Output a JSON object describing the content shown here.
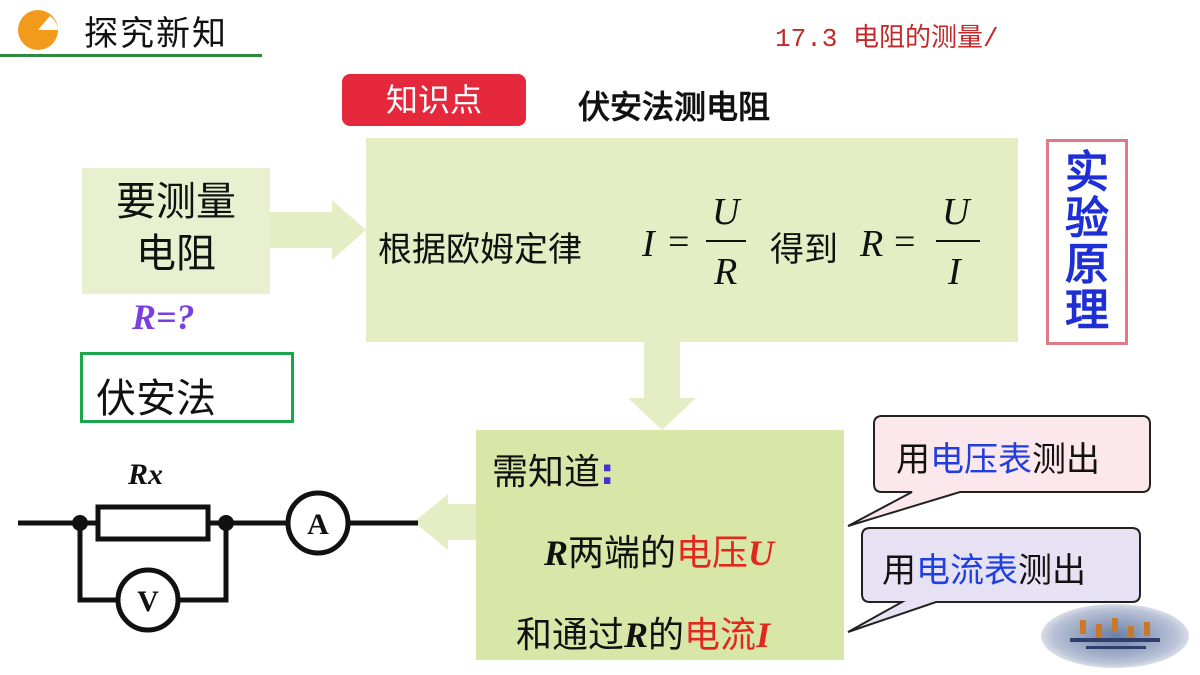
{
  "header": {
    "title": "探究新知",
    "section": "17.3  电阻的测量/",
    "icon": "pie-chart-icon",
    "accent_color": "#f29a1c",
    "rule_color": "#2e8b3c"
  },
  "tag": {
    "label": "知识点",
    "color": "#e6283c"
  },
  "topic": "伏安法测电阻",
  "need": {
    "line1": "要测量",
    "line2": "电阻",
    "r_eq": "R=?",
    "method": "伏安法"
  },
  "law": {
    "prefix": "根据欧姆定律",
    "eq1": {
      "lhs": "I",
      "eq": "=",
      "num": "U",
      "den": "R"
    },
    "middle": "得到",
    "eq2": {
      "lhs": "R",
      "eq": "=",
      "num": "U",
      "den": "I"
    }
  },
  "principle": {
    "line1": "实",
    "line2": "验",
    "line3": "原",
    "line4": "理"
  },
  "known": {
    "head": "需知道",
    "colon": ":",
    "l1_r": "R",
    "l1_text": "两端的",
    "l1_red": "电压",
    "l1_sym": "U",
    "l2_pre": "和通过",
    "l2_r": "R",
    "l2_mid": "的",
    "l2_red": "电流",
    "l2_sym": "I"
  },
  "callouts": {
    "c1_pre": "用",
    "c1_blue": "电压表",
    "c1_post": "测出",
    "c2_pre": "用",
    "c2_blue": "电流表",
    "c2_post": "测出",
    "c1_fill": "#fce8ec",
    "c2_fill": "#e6e2f4"
  },
  "circuit": {
    "resistor_label": "Rx",
    "ammeter_label": "A",
    "voltmeter_label": "V"
  }
}
